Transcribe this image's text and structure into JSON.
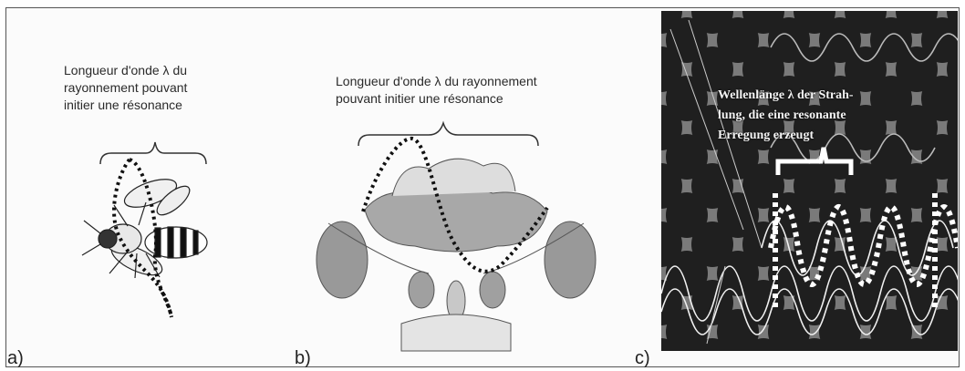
{
  "panels": {
    "a": {
      "label": "a)",
      "caption": [
        "Longueur d'onde λ du",
        "rayonnement pouvant",
        "initier une résonance"
      ]
    },
    "b": {
      "label": "b)",
      "caption": [
        "Longueur d'onde λ du rayonnement",
        "pouvant initier une résonance"
      ]
    },
    "c": {
      "label": "c)",
      "caption": [
        "Wellenlänge λ der Strah-",
        "lung, die eine resonante",
        "Erregung erzeugt"
      ]
    }
  }
}
